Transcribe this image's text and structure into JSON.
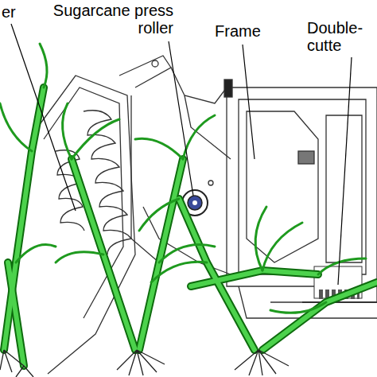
{
  "diagram": {
    "labels": [
      "er",
      "Sugarcane press roller",
      "Frame",
      "Double- cutte"
    ]
  }
}
